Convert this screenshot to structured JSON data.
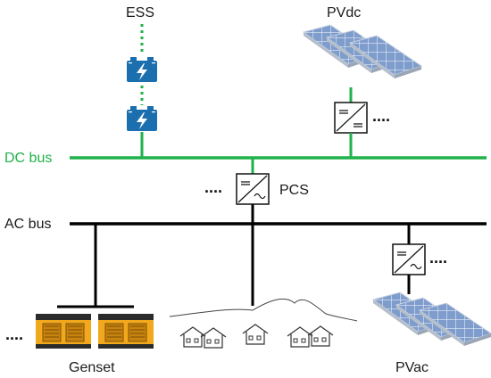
{
  "labels": {
    "ess": "ESS",
    "pvdc": "PVdc",
    "dc_bus": "DC bus",
    "ac_bus": "AC bus",
    "pcs": "PCS",
    "genset": "Genset",
    "pvac": "PVac"
  },
  "colors": {
    "dc_bus": "#1fb24a",
    "ac_bus": "#000000",
    "battery": "#1b6fae",
    "generator": "#f2a81d",
    "panel": "#6f8fbf"
  },
  "icons": [
    "battery-icon",
    "solar-panel-icon",
    "dc-dc-converter-icon",
    "inverter-icon",
    "generator-icon",
    "village-icon"
  ]
}
